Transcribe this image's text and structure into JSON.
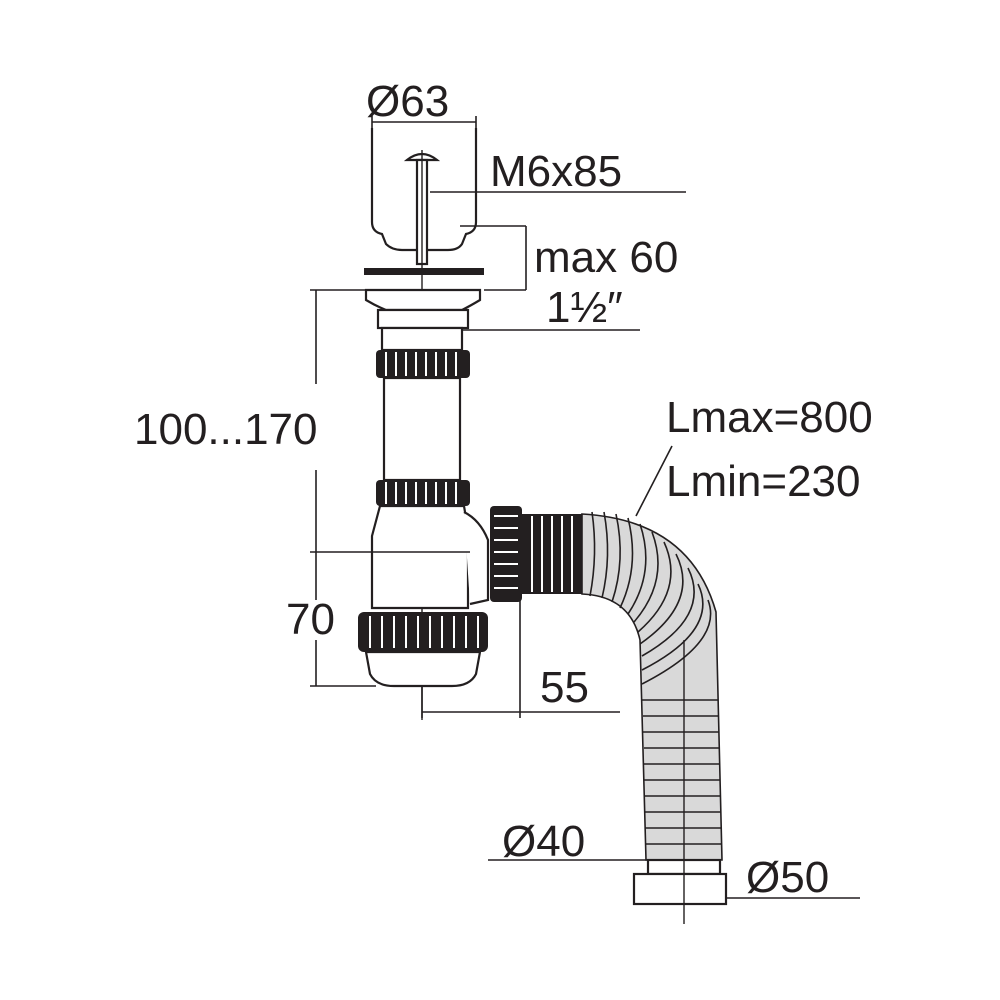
{
  "labels": {
    "strainer_diameter": "Ø63",
    "screw": "M6x85",
    "max_thickness": "max 60",
    "thread": "1½″",
    "height_range": "100...170",
    "lmax": "Lmax=800",
    "lmin": "Lmin=230",
    "trap_height": "70",
    "offset": "55",
    "outlet_inner_diameter": "Ø40",
    "outlet_outer_diameter": "Ø50"
  },
  "colors": {
    "ink": "#231f20",
    "fill": "#ffffff",
    "shade": "#d9d9d9"
  }
}
